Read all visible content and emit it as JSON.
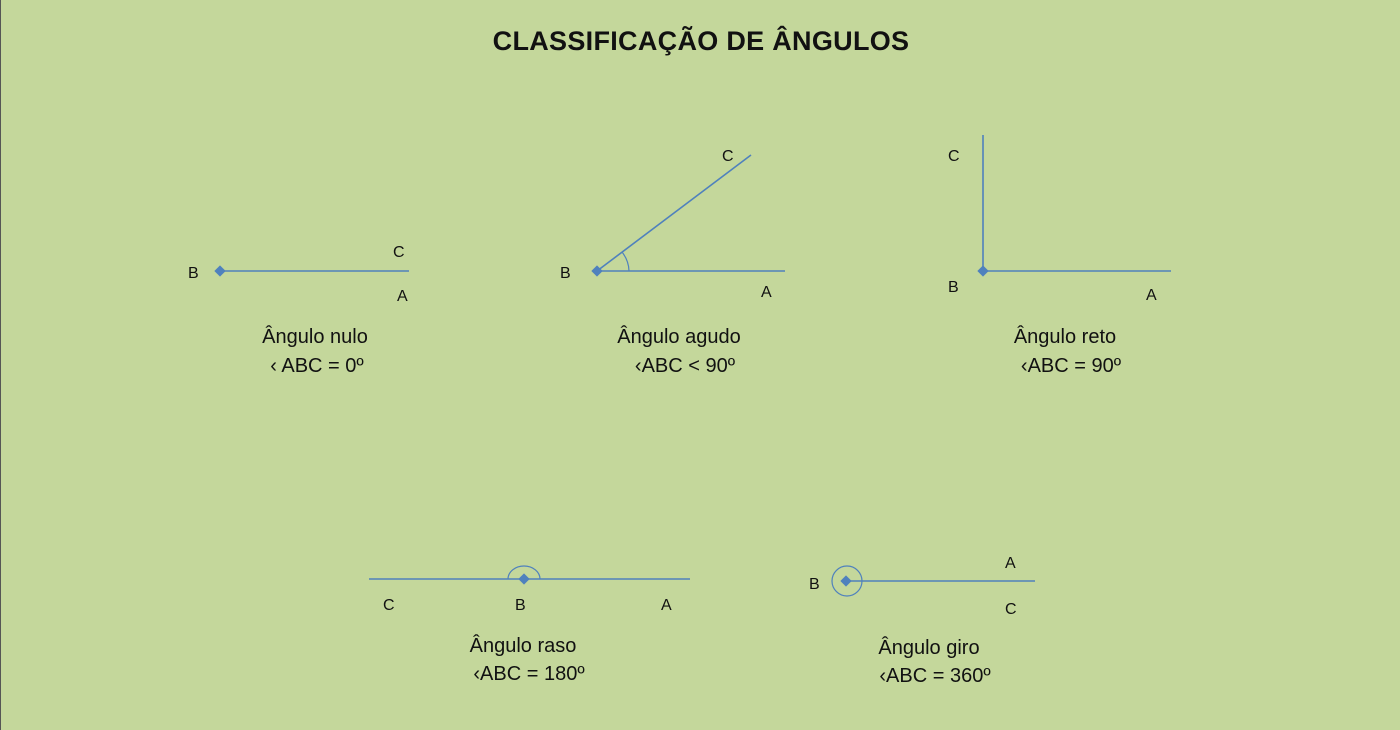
{
  "title": "CLASSIFICAÇÃO DE ÂNGULOS",
  "colors": {
    "background": "#c4d79b",
    "line": "#4f81bd"
  },
  "angles": [
    {
      "name": "Ângulo nulo",
      "formula": "‹ ABC = 0º",
      "labels": {
        "A": "A",
        "B": "B",
        "C": "C"
      }
    },
    {
      "name": "Ângulo agudo",
      "formula": "‹ABC < 90º",
      "labels": {
        "A": "A",
        "B": "B",
        "C": "C"
      }
    },
    {
      "name": "Ângulo reto",
      "formula": "‹ABC = 90º",
      "labels": {
        "A": "A",
        "B": "B",
        "C": "C"
      }
    },
    {
      "name": "Ângulo raso",
      "formula": "‹ABC = 180º",
      "labels": {
        "A": "A",
        "B": "B",
        "C": "C"
      }
    },
    {
      "name": "Ângulo giro",
      "formula": "‹ABC = 360º",
      "labels": {
        "A": "A",
        "B": "B",
        "C": "C"
      }
    }
  ]
}
